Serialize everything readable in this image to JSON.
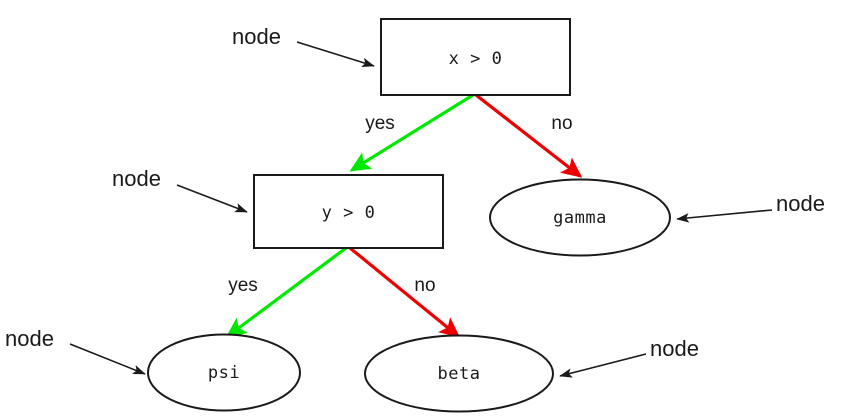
{
  "diagram": {
    "type": "decision-tree",
    "background_color": "#ffffff",
    "colors": {
      "yes_edge": "#00e800",
      "no_edge": "#ee0000",
      "outline": "#1a1a1a",
      "text": "#1a1a1a"
    },
    "decision_nodes": [
      {
        "id": "root",
        "label": "x > 0",
        "shape": "rectangle"
      },
      {
        "id": "second",
        "label": "y > 0",
        "shape": "rectangle"
      }
    ],
    "leaf_nodes": [
      {
        "id": "gamma",
        "label": "gamma",
        "shape": "ellipse"
      },
      {
        "id": "psi",
        "label": "psi",
        "shape": "ellipse"
      },
      {
        "id": "beta",
        "label": "beta",
        "shape": "ellipse"
      }
    ],
    "edges": [
      {
        "from": "root",
        "to": "second",
        "label": "yes",
        "color": "#00e800"
      },
      {
        "from": "root",
        "to": "gamma",
        "label": "no",
        "color": "#ee0000"
      },
      {
        "from": "second",
        "to": "psi",
        "label": "yes",
        "color": "#00e800"
      },
      {
        "from": "second",
        "to": "beta",
        "label": "no",
        "color": "#ee0000"
      }
    ],
    "annotations": [
      {
        "id": "annot-root",
        "label": "node",
        "points_to": "root"
      },
      {
        "id": "annot-second",
        "label": "node",
        "points_to": "second"
      },
      {
        "id": "annot-gamma",
        "label": "node",
        "points_to": "gamma"
      },
      {
        "id": "annot-psi",
        "label": "node",
        "points_to": "psi"
      },
      {
        "id": "annot-beta",
        "label": "node",
        "points_to": "beta"
      }
    ]
  }
}
